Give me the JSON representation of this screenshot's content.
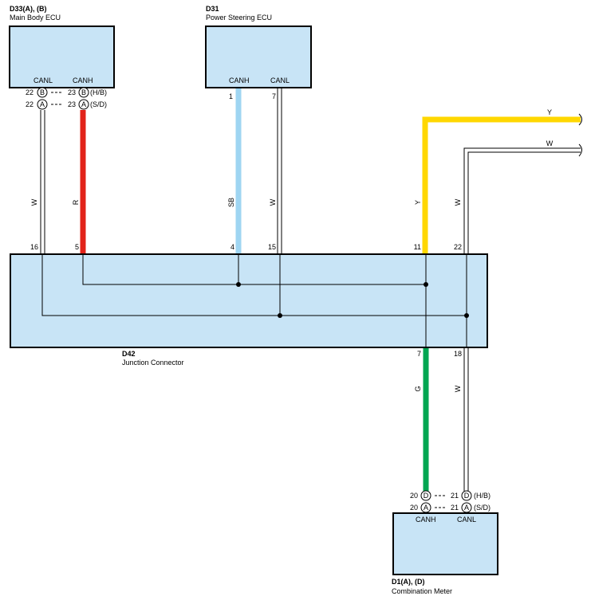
{
  "main_body_ecu": {
    "code": "D33(A), (B)",
    "name": "Main Body ECU",
    "canl_label": "CANL",
    "canh_label": "CANH",
    "row1": {
      "canl_pin": "22",
      "canl_letter": "B",
      "canh_pin": "23",
      "canh_letter": "B",
      "variant": "(H/B)"
    },
    "row2": {
      "canl_pin": "22",
      "canl_letter": "A",
      "canh_pin": "23",
      "canh_letter": "A",
      "variant": "(S/D)"
    }
  },
  "power_steering_ecu": {
    "code": "D31",
    "name": "Power Steering ECU",
    "canh_label": "CANH",
    "canl_label": "CANL",
    "canh_pin": "1",
    "canl_pin": "7"
  },
  "junction_connector": {
    "code": "D42",
    "name": "Junction Connector",
    "top_pins": [
      "16",
      "5",
      "4",
      "15",
      "11",
      "22"
    ],
    "bottom_pins": [
      "7",
      "18"
    ]
  },
  "combination_meter": {
    "code": "D1(A), (D)",
    "name": "Combination Meter",
    "canh_label": "CANH",
    "canl_label": "CANL",
    "row1": {
      "canh_pin": "20",
      "canh_letter": "D",
      "canl_pin": "21",
      "canl_letter": "D",
      "variant": "(H/B)"
    },
    "row2": {
      "canh_pin": "20",
      "canh_letter": "A",
      "canl_pin": "21",
      "canl_letter": "A",
      "variant": "(S/D)"
    }
  },
  "wires": {
    "main_canl": {
      "color_code": "W",
      "color": "#ffffff"
    },
    "main_canh": {
      "color_code": "R",
      "color": "#e2231a"
    },
    "ps_canh": {
      "color_code": "SB",
      "color": "#9fd5f2"
    },
    "ps_canl": {
      "color_code": "W",
      "color": "#ffffff"
    },
    "yellow": {
      "color_code": "Y",
      "color": "#ffd700"
    },
    "white_22": {
      "color_code": "W",
      "color": "#ffffff"
    },
    "meter_canh": {
      "color_code": "G",
      "color": "#00a651"
    },
    "meter_canl": {
      "color_code": "W",
      "color": "#ffffff"
    },
    "exit_yellow": {
      "color_code": "Y"
    },
    "exit_white": {
      "color_code": "W"
    }
  }
}
